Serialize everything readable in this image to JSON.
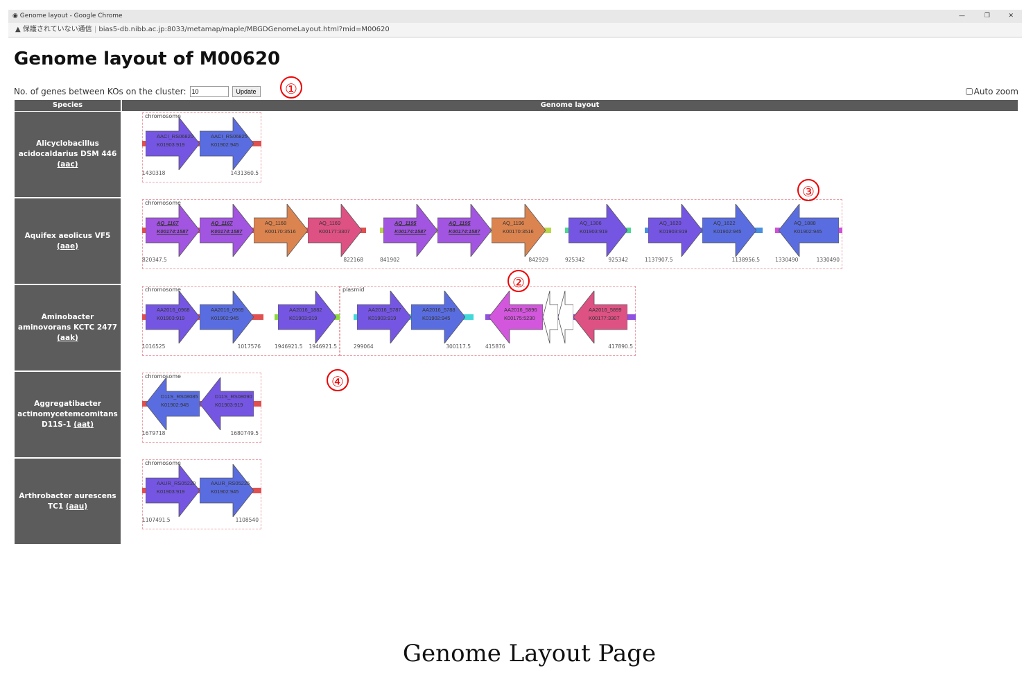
{
  "browser": {
    "window_title": "Genome layout - Google Chrome",
    "security_label": "保護されていない通信",
    "url": "bias5-db.nibb.ac.jp:8033/metamap/maple/MBGDGenomeLayout.html?mid=M00620"
  },
  "page": {
    "title": "Genome layout of M00620",
    "genes_between_label": "No. of genes between KOs on the cluster:",
    "genes_between_value": "10",
    "update_label": "Update",
    "auto_zoom_label": "Auto zoom",
    "auto_zoom_checked": false
  },
  "table": {
    "col_species": "Species",
    "col_layout": "Genome layout"
  },
  "colors": {
    "K01903": "#7456e2",
    "K01902": "#5a6de0",
    "K00174": "#a255e0",
    "K00170": "#dc8450",
    "K00177": "#de5283",
    "K00175": "#d257dc",
    "white": "#ffffff"
  },
  "rows": [
    {
      "species": "Alicyclobacillus acidocaldarius DSM 446",
      "code": "(aac)",
      "segments": [
        {
          "type": "chromosome",
          "clusters": [
            {
              "line": "#e05050",
              "start": "1430318",
              "end": "1431360.5",
              "genes": [
                {
                  "name": "AACI_RS06820",
                  "ko": "K01903:919",
                  "dir": "right"
                },
                {
                  "name": "AACI_RS06825",
                  "ko": "K01902:945",
                  "dir": "right"
                }
              ]
            }
          ]
        }
      ]
    },
    {
      "species": "Aquifex aeolicus VF5",
      "code": "(aae)",
      "segments": [
        {
          "type": "chromosome",
          "clusters": [
            {
              "line": "#e05050",
              "start": "820347.5",
              "end": "822168",
              "genes": [
                {
                  "name": "AQ_1167",
                  "ko": "K00174:1587",
                  "dir": "right",
                  "bold": true
                },
                {
                  "name": "AQ_1167",
                  "ko": "K00174:1587",
                  "dir": "right",
                  "bold": true
                },
                {
                  "name": "AQ_1168",
                  "ko": "K00170:3516",
                  "dir": "right"
                },
                {
                  "name": "AQ_1169",
                  "ko": "K00177:3307",
                  "dir": "right"
                }
              ]
            },
            {
              "line": "#b8d84a",
              "start": "841902",
              "end": "842929",
              "genes": [
                {
                  "name": "AQ_1195",
                  "ko": "K00174:1587",
                  "dir": "right",
                  "bold": true
                },
                {
                  "name": "AQ_1195",
                  "ko": "K00174:1587",
                  "dir": "right",
                  "bold": true
                },
                {
                  "name": "AQ_1196",
                  "ko": "K00170:3516",
                  "dir": "right"
                }
              ]
            },
            {
              "line": "#4cd890",
              "start": "925342",
              "end": "925342",
              "genes": [
                {
                  "name": "AQ_1306",
                  "ko": "K01903:919",
                  "dir": "right"
                }
              ]
            },
            {
              "line": "#4a90e0",
              "start": "1137907.5",
              "end": "1138956.5",
              "genes": [
                {
                  "name": "AQ_1620",
                  "ko": "K01903:919",
                  "dir": "right"
                },
                {
                  "name": "AQ_1622",
                  "ko": "K01902:945",
                  "dir": "right"
                }
              ]
            },
            {
              "line": "#d050d8",
              "start": "1330490",
              "end": "1330490",
              "genes": [
                {
                  "name": "AQ_1888",
                  "ko": "K01902:945",
                  "dir": "left"
                }
              ]
            }
          ]
        }
      ]
    },
    {
      "species": "Aminobacter aminovorans KCTC 2477",
      "code": "(aak)",
      "segments": [
        {
          "type": "chromosome",
          "clusters": [
            {
              "line": "#e05050",
              "start": "1016525",
              "end": "1017576",
              "genes": [
                {
                  "name": "AA2016_0968",
                  "ko": "K01903:919",
                  "dir": "right"
                },
                {
                  "name": "AA2016_0969",
                  "ko": "K01902:945",
                  "dir": "right"
                }
              ]
            },
            {
              "line": "#8cd840",
              "start": "1946921.5",
              "end": "1946921.5",
              "genes": [
                {
                  "name": "AA2016_1882",
                  "ko": "K01903:919",
                  "dir": "right"
                }
              ]
            }
          ]
        },
        {
          "type": "plasmid",
          "clusters": [
            {
              "line": "#40d8d8",
              "start": "299064",
              "end": "300117.5",
              "genes": [
                {
                  "name": "AA2016_5787",
                  "ko": "K01903:919",
                  "dir": "right"
                },
                {
                  "name": "AA2016_5788",
                  "ko": "K01902:945",
                  "dir": "right"
                }
              ]
            },
            {
              "line": "#9050e0",
              "start": "415876",
              "end": "417890.5",
              "genes": [
                {
                  "name": "AA2016_5896",
                  "ko": "K00175:5230",
                  "dir": "left"
                },
                {
                  "name": "",
                  "ko": "",
                  "dir": "left",
                  "blank": true
                },
                {
                  "name": "",
                  "ko": "",
                  "dir": "left",
                  "blank": true
                },
                {
                  "name": "AA2016_5899",
                  "ko": "K00177:3307",
                  "dir": "left"
                }
              ]
            }
          ]
        }
      ]
    },
    {
      "species": "Aggregatibacter actinomycetemcomitans D11S-1",
      "code": "(aat)",
      "segments": [
        {
          "type": "chromosome",
          "clusters": [
            {
              "line": "#e05050",
              "start": "1679718",
              "end": "1680749.5",
              "genes": [
                {
                  "name": "D11S_RS08085",
                  "ko": "K01902:945",
                  "dir": "left"
                },
                {
                  "name": "D11S_RS08090",
                  "ko": "K01903:919",
                  "dir": "left"
                }
              ]
            }
          ]
        }
      ]
    },
    {
      "species": "Arthrobacter aurescens TC1",
      "code": "(aau)",
      "segments": [
        {
          "type": "chromosome",
          "clusters": [
            {
              "line": "#e05050",
              "start": "1107491.5",
              "end": "1108540",
              "genes": [
                {
                  "name": "AAUR_RS05220",
                  "ko": "K01903:919",
                  "dir": "right"
                },
                {
                  "name": "AAUR_RS05225",
                  "ko": "K01902:945",
                  "dir": "right"
                }
              ]
            }
          ]
        }
      ]
    }
  ],
  "annotations": [
    "①",
    "②",
    "③",
    "④"
  ],
  "caption": "Genome Layout Page"
}
